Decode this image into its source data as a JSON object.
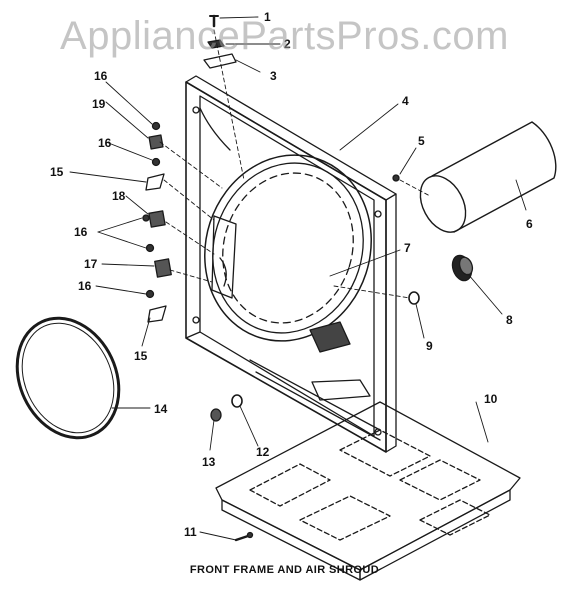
{
  "watermark": "AppliancePartsPros.com",
  "caption": "FRONT FRAME AND AIR SHROUD",
  "callouts": {
    "c1": "1",
    "c2": "2",
    "c3": "3",
    "c4": "4",
    "c5": "5",
    "c6": "6",
    "c7": "7",
    "c8": "8",
    "c9": "9",
    "c10": "10",
    "c11": "11",
    "c12": "12",
    "c13": "13",
    "c14": "14",
    "c15a": "15",
    "c15b": "15",
    "c16a": "16",
    "c16b": "16",
    "c16c": "16",
    "c16d": "16",
    "c17": "17",
    "c18": "18",
    "c19": "19"
  }
}
